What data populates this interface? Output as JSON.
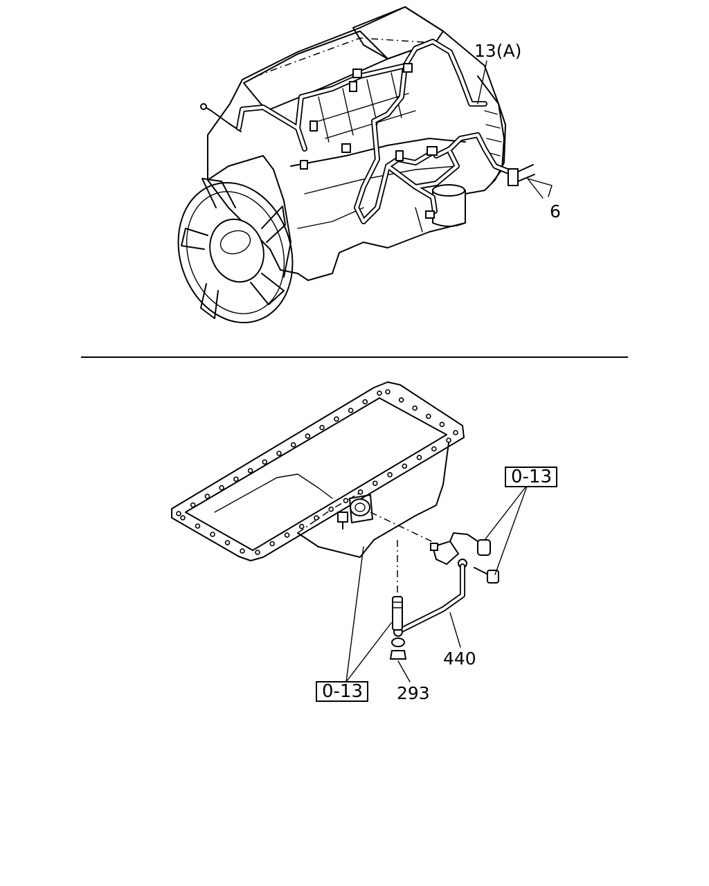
{
  "diagram": {
    "upper_view": {
      "callouts": [
        {
          "id": "harness",
          "label": "13(A)"
        },
        {
          "id": "clip",
          "label": "6"
        }
      ]
    },
    "lower_view": {
      "callouts": [
        {
          "id": "cable",
          "label": "440"
        },
        {
          "id": "nut",
          "label": "293"
        }
      ],
      "ref_boxes": [
        {
          "id": "ref-right",
          "label": "0-13"
        },
        {
          "id": "ref-left",
          "label": "0-13"
        }
      ]
    }
  }
}
